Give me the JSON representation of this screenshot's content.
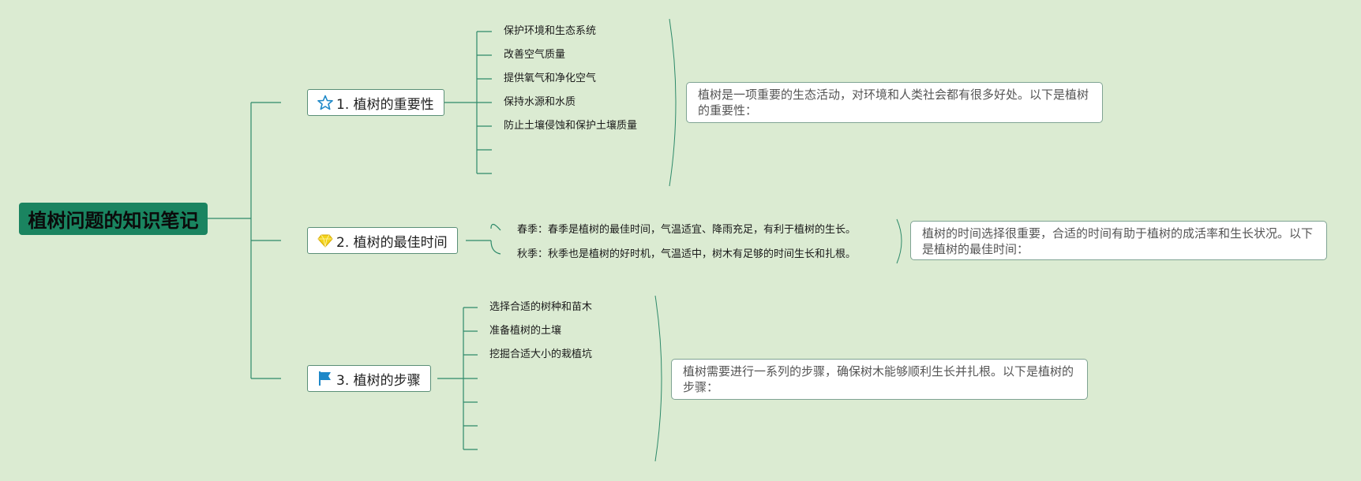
{
  "root": {
    "title": "植树问题的知识笔记"
  },
  "topics": [
    {
      "label": "1. 植树的重要性",
      "icon": "star-icon",
      "items": [
        "保护环境和生态系统",
        "改善空气质量",
        "提供氧气和净化空气",
        "保持水源和水质",
        "防止土壤侵蚀和保护土壤质量"
      ],
      "summary": "植树是一项重要的生态活动，对环境和人类社会都有很多好处。以下是植树的重要性："
    },
    {
      "label": "2. 植树的最佳时间",
      "icon": "diamond-icon",
      "items": [
        "春季：春季是植树的最佳时间，气温适宜、降雨充足，有利于植树的生长。",
        "秋季：秋季也是植树的好时机，气温适中，树木有足够的时间生长和扎根。"
      ],
      "summary": "植树的时间选择很重要，合适的时间有助于植树的成活率和生长状况。以下是植树的最佳时间："
    },
    {
      "label": "3. 植树的步骤",
      "icon": "flag-icon",
      "items": [
        "选择合适的树种和苗木",
        "准备植树的土壤",
        "挖掘合适大小的栽植坑"
      ],
      "summary": "植树需要进行一系列的步骤，确保树木能够顺利生长并扎根。以下是植树的步骤："
    }
  ],
  "colors": {
    "background": "#dbebd2",
    "root_fill": "#1a8460",
    "connector": "#2e8a6a",
    "star": "#1e88c8",
    "diamond": "#f2d21b",
    "flag": "#1e88c8"
  }
}
